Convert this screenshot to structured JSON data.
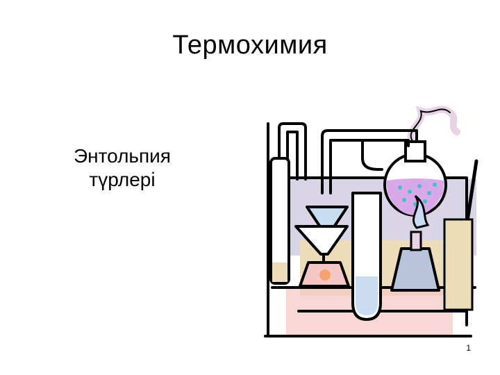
{
  "slide": {
    "title": "Термохимия",
    "body_lines": [
      "Энтольпия",
      "түрлері"
    ],
    "page_number": "1"
  },
  "illustration": {
    "name": "chemistry-lab-apparatus-clipart",
    "colors": {
      "outline": "#000000",
      "wash_lilac": "#d9d4e6",
      "wash_beige": "#ecdcb8",
      "wash_pink": "#f4c7c4",
      "flask_liquid": "#d8a8e8",
      "dots": "#3ec1cf",
      "funnel_blue": "#c8dcf2",
      "smoke": "#e6d3e6",
      "burner_base": "#b8c4dc"
    }
  }
}
